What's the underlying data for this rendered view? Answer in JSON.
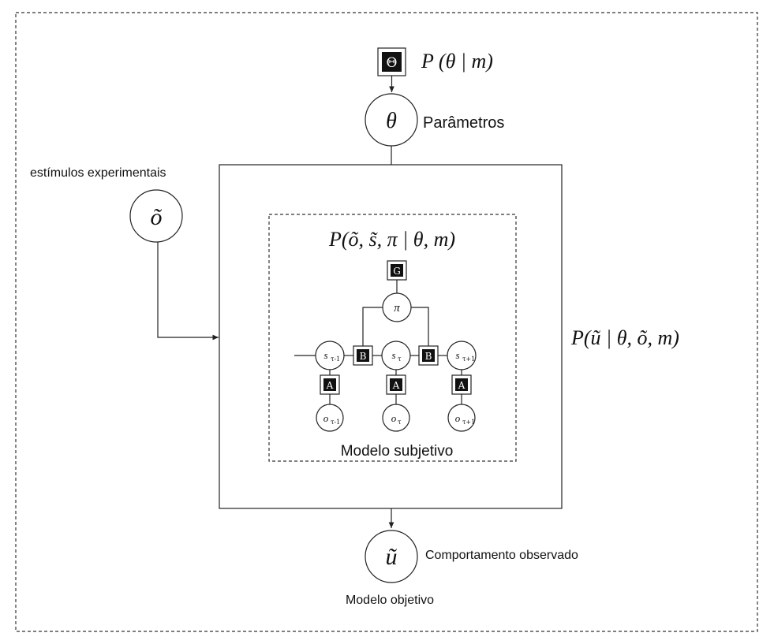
{
  "diagram": {
    "labels": {
      "prior": "P (θ | m)",
      "theta": "θ",
      "parameters": "Parâmetros",
      "stimuli": "estímulos experimentais",
      "o_tilde": "õ",
      "subjective_prob": "P(õ, s̃, π | θ, m)",
      "objective_prob": "P(ũ | θ, õ, m)",
      "pi": "π",
      "subjective_model": "Modelo subjetivo",
      "u_tilde": "ũ",
      "behavior": "Comportamento observado",
      "objective_model": "Modelo objetivo",
      "Theta_box": "Θ",
      "G_box": "G",
      "B_box_left": "B",
      "B_box_right": "B",
      "A_box_left": "A",
      "A_box_mid": "A",
      "A_box_right": "A"
    },
    "states": [
      {
        "base": "s",
        "sub": "τ-1"
      },
      {
        "base": "s",
        "sub": "τ"
      },
      {
        "base": "s",
        "sub": "τ+1"
      }
    ],
    "outcomes": [
      {
        "base": "o",
        "sub": "τ-1"
      },
      {
        "base": "o",
        "sub": "τ"
      },
      {
        "base": "o",
        "sub": "τ+1"
      }
    ]
  }
}
